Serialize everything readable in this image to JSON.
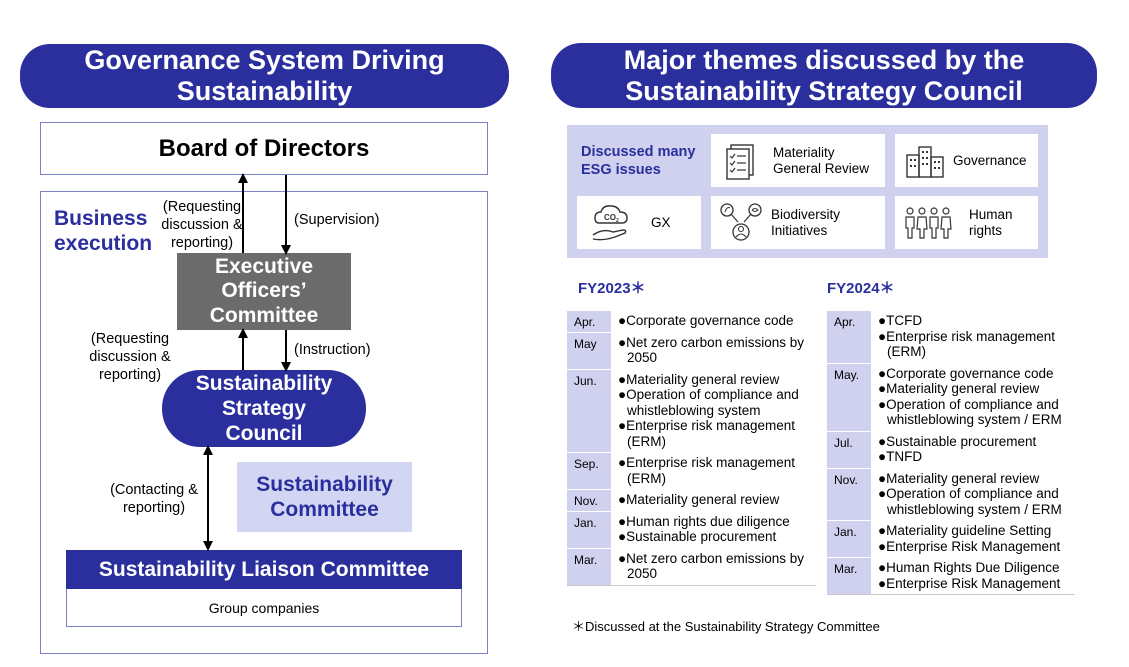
{
  "left": {
    "title": "Governance System Driving Sustainability",
    "board": "Board of Directors",
    "business_execution": "Business execution",
    "executive_officers": "Executive Officers’ Committee",
    "strategy_council": "Sustainability Strategy Council",
    "sustainability_committee": "Sustainability Committee",
    "liaison_committee": "Sustainability Liaison Committee",
    "group_companies": "Group companies",
    "notes": {
      "requesting_top": "(Requesting discussion & reporting)",
      "supervision": "(Supervision)",
      "requesting_mid": "(Requesting discussion & reporting)",
      "instruction": "(Instruction)",
      "contacting": "(Contacting & reporting)"
    }
  },
  "right": {
    "title": "Major themes discussed by the Sustainability Strategy Council",
    "esg_lead": "Discussed many ESG issues",
    "esg_items": [
      {
        "label": "Materiality General Review",
        "icon": "checklist-icon"
      },
      {
        "label": "Governance",
        "icon": "buildings-icon"
      },
      {
        "label": "GX",
        "icon": "co2-icon"
      },
      {
        "label": "Biodiversity Initiatives",
        "icon": "biodiversity-icon"
      },
      {
        "label": "Human rights",
        "icon": "people-icon"
      }
    ],
    "fy2023": {
      "heading": "FY2023＊",
      "rows": [
        {
          "month": "Apr.",
          "items": [
            "●Corporate governance code"
          ]
        },
        {
          "month": "May",
          "items": [
            "●Net zero carbon emissions by 2050"
          ]
        },
        {
          "month": "Jun.",
          "items": [
            "●Materiality general review",
            "●Operation of compliance and whistleblowing system",
            "●Enterprise risk management (ERM)"
          ]
        },
        {
          "month": "Sep.",
          "items": [
            "●Enterprise risk management (ERM)"
          ]
        },
        {
          "month": "Nov.",
          "items": [
            "●Materiality general review"
          ]
        },
        {
          "month": "Jan.",
          "items": [
            "●Human rights due diligence",
            "●Sustainable procurement"
          ]
        },
        {
          "month": "Mar.",
          "items": [
            "●Net zero carbon emissions by 2050"
          ]
        }
      ]
    },
    "fy2024": {
      "heading": "FY2024＊",
      "rows": [
        {
          "month": "Apr.",
          "items": [
            "●TCFD",
            "●Enterprise risk management (ERM)"
          ]
        },
        {
          "month": "May.",
          "items": [
            "●Corporate governance code",
            "●Materiality general review",
            "●Operation of compliance and whistleblowing system / ERM"
          ]
        },
        {
          "month": "Jul.",
          "items": [
            "●Sustainable procurement",
            "●TNFD"
          ]
        },
        {
          "month": "Nov.",
          "items": [
            "●Materiality general review",
            "●Operation of compliance and whistleblowing system / ERM"
          ]
        },
        {
          "month": "Jan.",
          "items": [
            "●Materiality guideline Setting",
            "●Enterprise Risk Management"
          ]
        },
        {
          "month": "Mar.",
          "items": [
            "●Human Rights Due Diligence",
            "●Enterprise Risk Management"
          ]
        }
      ]
    },
    "footnote": "＊Discussed at the Sustainability Strategy Committee"
  },
  "colors": {
    "navy": "#2b2f9e",
    "lavender": "#cfd1ef",
    "gray": "#6b6b6b"
  }
}
